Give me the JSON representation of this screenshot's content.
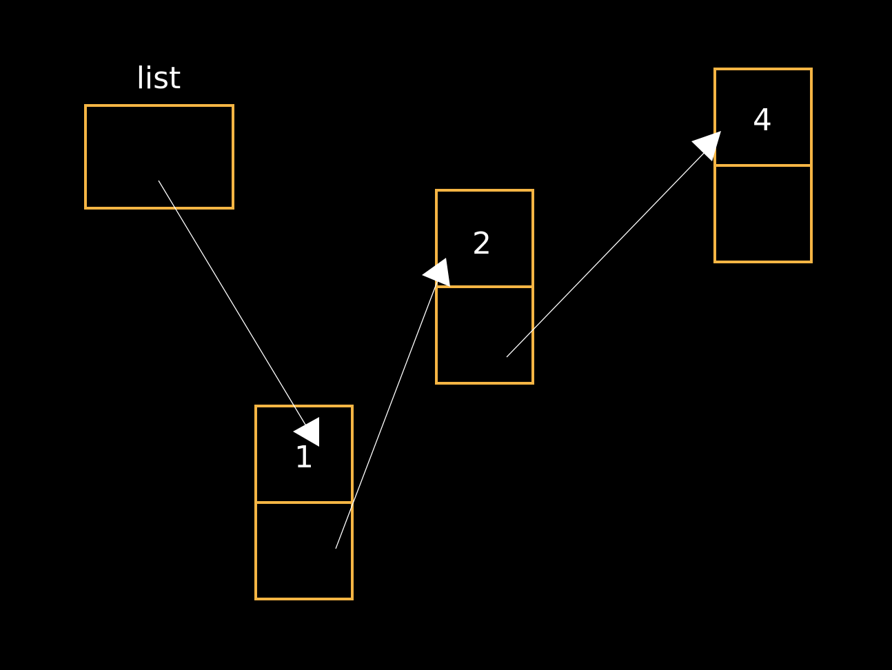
{
  "diagram": {
    "background": "#000000",
    "box_color": "#f5b544",
    "arrow_color": "#ffffff",
    "head": {
      "label": "list"
    },
    "nodes": [
      {
        "id": "node-1",
        "value": "1"
      },
      {
        "id": "node-2",
        "value": "2"
      },
      {
        "id": "node-4",
        "value": "4"
      }
    ],
    "edges": [
      {
        "from": "head",
        "to": "node-1"
      },
      {
        "from": "node-1",
        "to": "node-2"
      },
      {
        "from": "node-2",
        "to": "node-4"
      }
    ]
  }
}
